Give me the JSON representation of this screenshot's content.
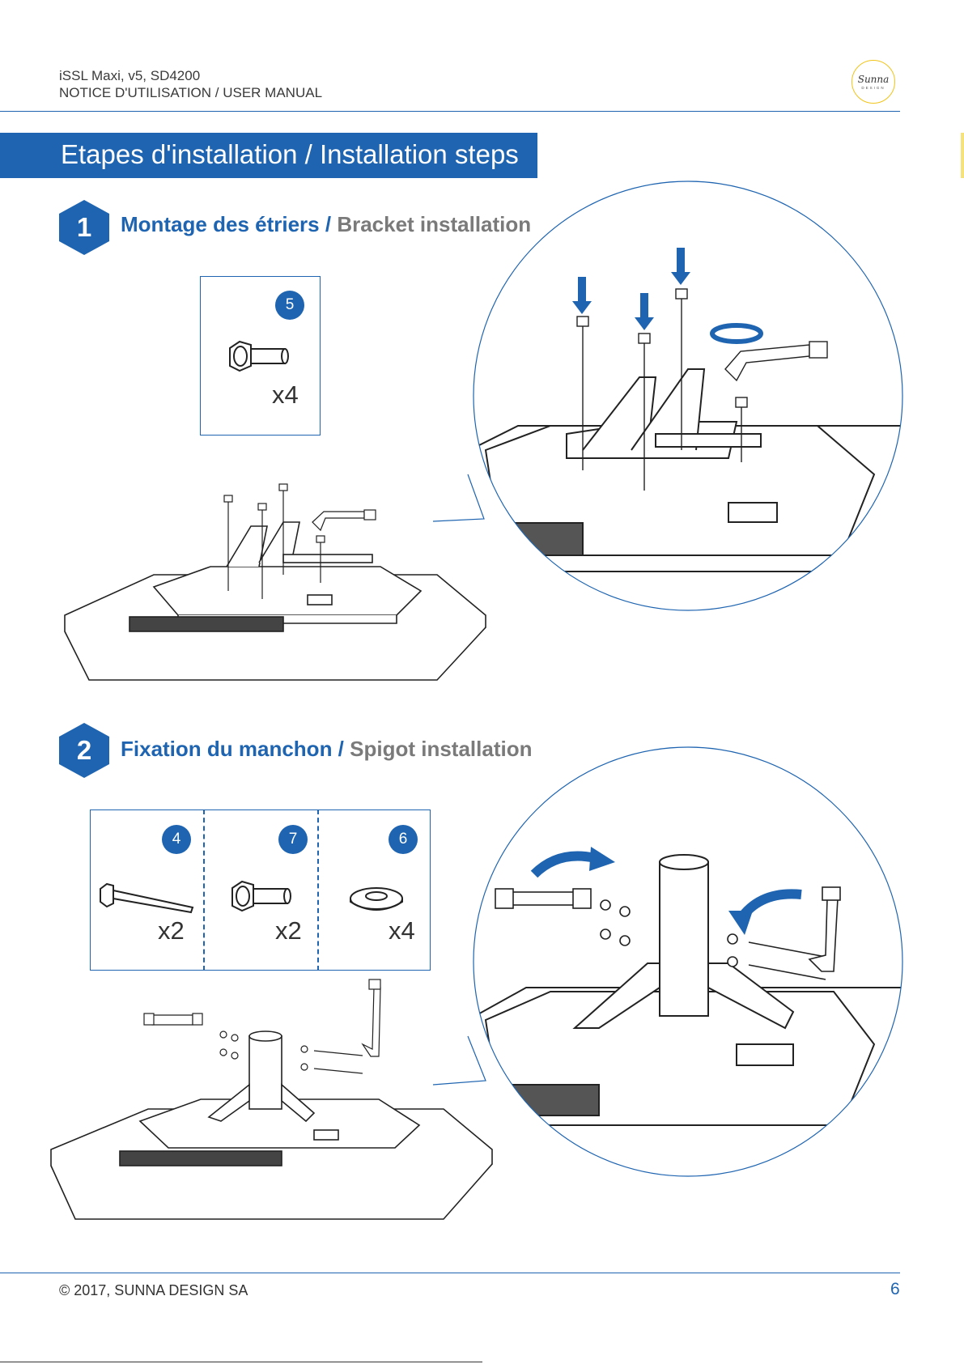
{
  "header": {
    "product_line": "iSSL Maxi, v5, SD4200",
    "manual_line": "NOTICE D'UTILISATION / USER MANUAL",
    "logo_word": "Sunna",
    "logo_sub": "DESIGN"
  },
  "section_title": "Etapes d'installation / Installation steps",
  "steps": [
    {
      "number": "1",
      "title_fr": "Montage des étriers /",
      "title_en": "Bracket installation",
      "parts": [
        {
          "ref": "5",
          "qty": "x4",
          "icon": "flange-bolt-icon"
        }
      ]
    },
    {
      "number": "2",
      "title_fr": "Fixation du manchon /",
      "title_en": "Spigot installation",
      "parts": [
        {
          "ref": "4",
          "qty": "x2",
          "icon": "long-bolt-icon"
        },
        {
          "ref": "7",
          "qty": "x2",
          "icon": "flange-bolt-icon"
        },
        {
          "ref": "6",
          "qty": "x4",
          "icon": "washer-icon"
        }
      ]
    }
  ],
  "footer": {
    "copyright": "© 2017, SUNNA DESIGN SA",
    "page_number": "6"
  },
  "colors": {
    "brand_blue": "#1e64b0",
    "logo_yellow": "#f0c419",
    "secondary_text": "#7a7a7a"
  }
}
